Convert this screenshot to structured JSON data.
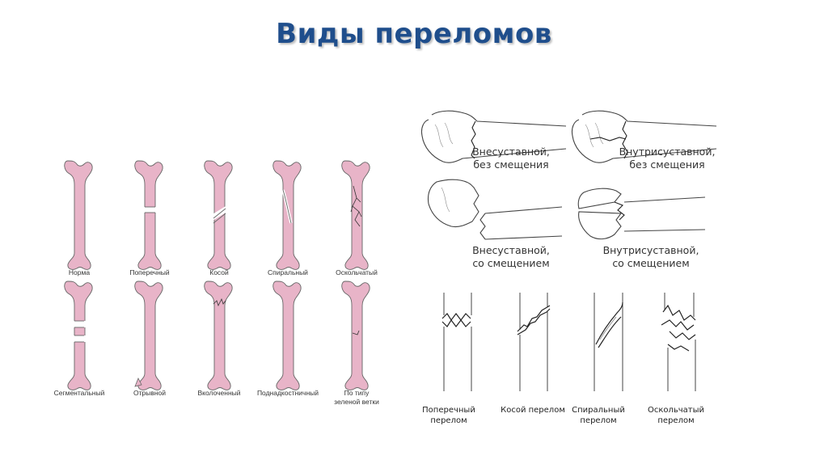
{
  "slide": {
    "title": "Виды переломов"
  },
  "femur_panel": {
    "colors": {
      "bone_fill": "#e8b4c8",
      "outline": "#666666",
      "crack": "#333333"
    },
    "row1": [
      "Норма",
      "Поперечный",
      "Косой",
      "Спиральный",
      "Оскольчатый"
    ],
    "row2": [
      "Сегментальный",
      "Отрывной",
      "Вколоченный",
      "Поднадкостничный"
    ],
    "greenstick_label": [
      "По типу",
      "зеленой ветки"
    ]
  },
  "articular_panel": {
    "items": [
      {
        "line1": "Внесуставной,",
        "line2": "без смещения"
      },
      {
        "line1": "Внутрисуставной,",
        "line2": "без смещения"
      },
      {
        "line1": "Внесуставной,",
        "line2": "со смещением"
      },
      {
        "line1": "Внутрисуставной,",
        "line2": "со смещением"
      }
    ]
  },
  "simple_panel": {
    "items": [
      {
        "line1": "Поперечный",
        "line2": "перелом"
      },
      {
        "line1": "Косой перелом",
        "line2": ""
      },
      {
        "line1": "Спиральный",
        "line2": "перелом"
      },
      {
        "line1": "Оскольчатый",
        "line2": "перелом"
      }
    ]
  }
}
